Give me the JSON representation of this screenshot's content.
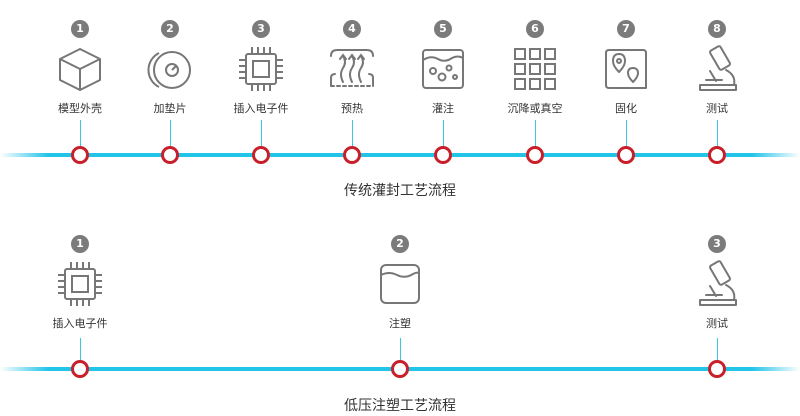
{
  "colors": {
    "accent_line": "#22c4e8",
    "node_ring": "#c8202a",
    "badge": "#7b7b7b",
    "icon_stroke": "#777777"
  },
  "potting": {
    "title": "传统灌封工艺流程",
    "steps": [
      {
        "num": "1",
        "label": "模型外壳",
        "icon": "cube-icon"
      },
      {
        "num": "2",
        "label": "加垫片",
        "icon": "disc-icon"
      },
      {
        "num": "3",
        "label": "插入电子件",
        "icon": "chip-icon"
      },
      {
        "num": "4",
        "label": "预热",
        "icon": "heat-icon"
      },
      {
        "num": "5",
        "label": "灌注",
        "icon": "pour-icon"
      },
      {
        "num": "6",
        "label": "沉降或真空",
        "icon": "grid-icon"
      },
      {
        "num": "7",
        "label": "固化",
        "icon": "cure-icon"
      },
      {
        "num": "8",
        "label": "测试",
        "icon": "microscope-icon"
      }
    ]
  },
  "low_pressure": {
    "title": "低压注塑工艺流程",
    "steps": [
      {
        "num": "1",
        "label": "插入电子件",
        "icon": "chip-icon"
      },
      {
        "num": "2",
        "label": "注塑",
        "icon": "mold-icon"
      },
      {
        "num": "3",
        "label": "测试",
        "icon": "microscope-icon"
      }
    ]
  }
}
